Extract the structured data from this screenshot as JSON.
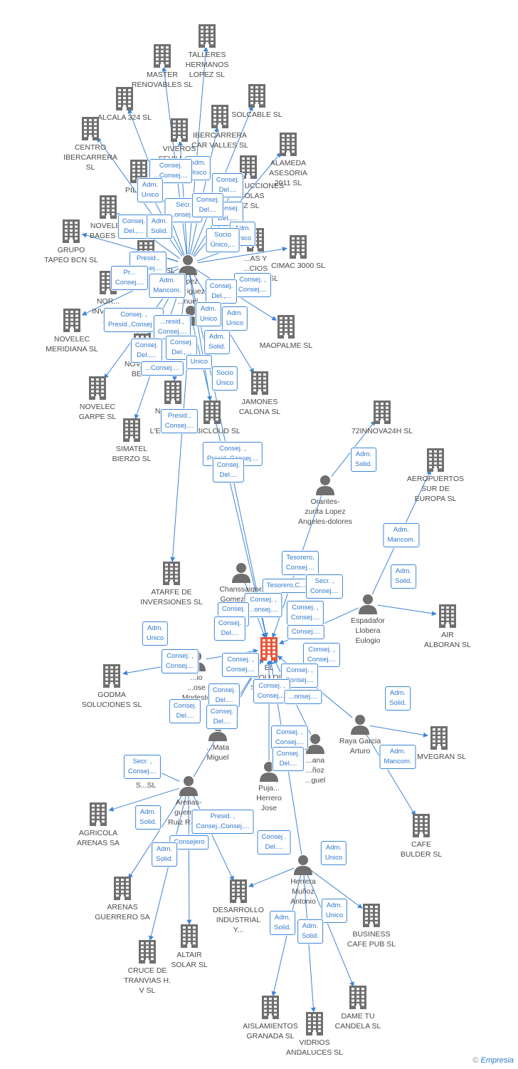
{
  "colors": {
    "company": "#6f6f6f",
    "focus_company": "#e8553a",
    "person": "#6f6f6f",
    "link": "#3d86d6",
    "label_text": "#2f78cc"
  },
  "nodes": [
    {
      "id": "talleres",
      "type": "company",
      "label": "TALLERES\nHERMANOS\nLOPEZ SL"
    },
    {
      "id": "master",
      "type": "company",
      "label": "MASTER\nRENOVABLES SL"
    },
    {
      "id": "alcala",
      "type": "company",
      "label": "ALCALA 324 SL"
    },
    {
      "id": "solcable",
      "type": "company",
      "label": "SOLCABLE SL"
    },
    {
      "id": "centro",
      "type": "company",
      "label": "CENTRO\nIBERCARRERA\nSL"
    },
    {
      "id": "viveros",
      "type": "company",
      "label": "VIVEROS\nSEVILLA SA"
    },
    {
      "id": "ibervalles",
      "type": "company",
      "label": "IBERCARRERA\nCAR VALLES SL"
    },
    {
      "id": "alameda",
      "type": "company",
      "label": "ALAMEDA\nASESORIA\n2011 SL"
    },
    {
      "id": "pilot",
      "type": "company",
      "label": "PILOT..."
    },
    {
      "id": "construcciones",
      "type": "company",
      "label": "CONSTRUCCIONES\n...GOLAS\n...Z SL"
    },
    {
      "id": "novelecbages",
      "type": "company",
      "label": "NOVELEC\nBAGES  SL"
    },
    {
      "id": "grupotapeo",
      "type": "company",
      "label": "GRUPO\nTAPEO BCN SL"
    },
    {
      "id": "cocina",
      "type": "company",
      "label": "COCINA DOS SL"
    },
    {
      "id": "cimac",
      "type": "company",
      "label": "CIMAC 3000 SL"
    },
    {
      "id": "servicios",
      "type": "company",
      "label": "...AS Y\n...CIOS\n...VATVOL SL"
    },
    {
      "id": "norinvest",
      "type": "company",
      "label": "NOR...\nINVEST...\n&..."
    },
    {
      "id": "novelecmer",
      "type": "company",
      "label": "NOVELEC\nMERIDIANA  SL"
    },
    {
      "id": "maopalme",
      "type": "company",
      "label": "MAOPALME SL"
    },
    {
      "id": "novelecber",
      "type": "company",
      "label": "NOVELEC\nBER..."
    },
    {
      "id": "novelecgarpe",
      "type": "company",
      "label": "NOVELEC\nGARPE  SL"
    },
    {
      "id": "novelecpla",
      "type": "company",
      "label": "NOVELEC\nPLA DE\nL'ESTANY SL"
    },
    {
      "id": "jamones",
      "type": "company",
      "label": "JAMONES\nCALONA SL"
    },
    {
      "id": "simatel",
      "type": "company",
      "label": "SIMATEL\nBIERZO SL"
    },
    {
      "id": "mobicloud",
      "type": "company",
      "label": "MOBICLOUD SL"
    },
    {
      "id": "72innova",
      "type": "company",
      "label": "72INNOVA24H SL"
    },
    {
      "id": "aeropuertos",
      "type": "company",
      "label": "AEROPUERTOS\nSUR DE\nEUROPA SL"
    },
    {
      "id": "atarfe",
      "type": "company",
      "label": "ATARFE DE\nINVERSIONES SL"
    },
    {
      "id": "airalboran",
      "type": "company",
      "label": "AIR\nALBORAN SL"
    },
    {
      "id": "godma",
      "type": "company",
      "label": "GODMA\nSOLUCIONES SL"
    },
    {
      "id": "focus",
      "type": "focus",
      "label": "EL\nBOLLON\nSOL...3 SL"
    },
    {
      "id": "emvegran",
      "type": "company",
      "label": "EMVEGRAN  SL"
    },
    {
      "id": "s_sl",
      "type": "company",
      "label": "S...SL"
    },
    {
      "id": "agricola",
      "type": "company",
      "label": "AGRICOLA\nARENAS SA"
    },
    {
      "id": "cafebulder",
      "type": "company",
      "label": "CAFE\nBULDER SL"
    },
    {
      "id": "arenasguerrero",
      "type": "company",
      "label": "ARENAS\nGUERRERO SA"
    },
    {
      "id": "desarrollo",
      "type": "company",
      "label": "DESARROLLO\nINDUSTRIAL\nY..."
    },
    {
      "id": "businesscafe",
      "type": "company",
      "label": "BUSINESS\nCAFE PUB SL"
    },
    {
      "id": "altair",
      "type": "company",
      "label": "ALTAIR\nSOLAR SL"
    },
    {
      "id": "cruce",
      "type": "company",
      "label": "CRUCE DE\nTRANVIAS H.\nV SL"
    },
    {
      "id": "dametu",
      "type": "company",
      "label": "DAME TU\nCANDELA SL"
    },
    {
      "id": "aislamientos",
      "type": "company",
      "label": "AISLAMIENTOS\nGRANADA SL"
    },
    {
      "id": "vidrios",
      "type": "company",
      "label": "VIDRIOS\nANDALUCES SL"
    },
    {
      "id": "lopezrod",
      "type": "person",
      "label": "Lopez\nRodriguez\n...nuel"
    },
    {
      "id": "orantes",
      "type": "person",
      "label": "Orantes-\nzurita Lopez\nAngeles-dolores"
    },
    {
      "id": "chanssaigne",
      "type": "person",
      "label": "Chanssaigne\nGomez Jose\nDavid"
    },
    {
      "id": "espadafor",
      "type": "person",
      "label": "Espadafor\nLlobera\nEulogio"
    },
    {
      "id": "modesto",
      "type": "person",
      "label": "...io\n...ose\nModesto"
    },
    {
      "id": "rayagarcia",
      "type": "person",
      "label": "Raya Garcia\nArturo"
    },
    {
      "id": "matamiguel",
      "type": "person",
      "label": "...Mata\nMiguel"
    },
    {
      "id": "munozmiguel",
      "type": "person",
      "label": "...ana\n...ñoz\n...guel"
    },
    {
      "id": "pujalte",
      "type": "person",
      "label": "Puja...\nHerrero\nJose"
    },
    {
      "id": "arenasguerrero_p",
      "type": "person",
      "label": "Arenas-\nguerrero\nRuiz Ramon"
    },
    {
      "id": "herrera",
      "type": "person",
      "label": "Herrera\nMuñoz\nAntonio"
    },
    {
      "id": "extraperson",
      "type": "person",
      "label": ""
    }
  ],
  "relations": [
    "Adm.\nUnico",
    "Consej.\n...Consej....",
    "Consej.\nDel....",
    "Consej.\nDel.,...",
    "Adm.\nUnico",
    "Secr.\n...onsej....",
    "Consej.\nDel....",
    "Consej.\nDel.,...",
    "Adm.\nSolid.",
    "Adm.\nUnico",
    "Socio\nÚnico,...",
    "Presid.,\nConsej....",
    "Pr...\nConsej....",
    "Adm.\nMancom.",
    "Consej. ,\nConsej....",
    "Consej.\nDel.,...",
    "Consej. ,\nPresid.,Consej....",
    "...resid.,\nConsej....",
    "Adm.\nUnico",
    "Adm.\nUnico",
    "Consej.\nDel.,...",
    "Consej.\nDel.,...",
    "Adm.\nSolid.",
    "...Consej....",
    "Unico",
    "Socio\nÚnico",
    "Presid.,\nConsej....",
    "Consej. ,\nPresid.,Consej....",
    "Consej.\nDel....",
    "Adm.\nSolid.",
    "Adm.\nMancom.",
    "Tesorero,\nConsej....",
    "Tesorero,C...",
    "Secr. ,\nConsej....",
    "Adm.\nSolid.",
    "Consej. ,\n...onsej....",
    "Consej.\nDel....",
    "Consej. ,\nConsej....",
    "Consej....",
    "Adm.\nUnico",
    "Consej. ,\nConsej....",
    "Consej. ,\nConsej....",
    "Consej. ,\nConsej....",
    "Consej. ,\nConsej....",
    "Consej.\nDel....",
    "Consej.\nDel....",
    "Consej.\nDel....",
    "Consej. ,\nConsej....",
    "...onsej....",
    "Adm.\nSolid.",
    "Consej. ,\nConsej....",
    "Consej.\nDel....",
    "Adm.\nMancom.",
    "Secr. ,\nConsej....",
    "Adm.\nSolid.",
    "Presid. ,\nConsej.,Consej....",
    "Consej .\nDel....",
    "Adm.\nUnico",
    "Consejero",
    "Adm.\nSolid.",
    "Adm.\nUnico",
    "Adm.\nSolid.",
    "Adm.\nSolid.",
    "Consej.\nDel...."
  ],
  "watermark": {
    "symbol": "©",
    "brand": "Empresia"
  }
}
